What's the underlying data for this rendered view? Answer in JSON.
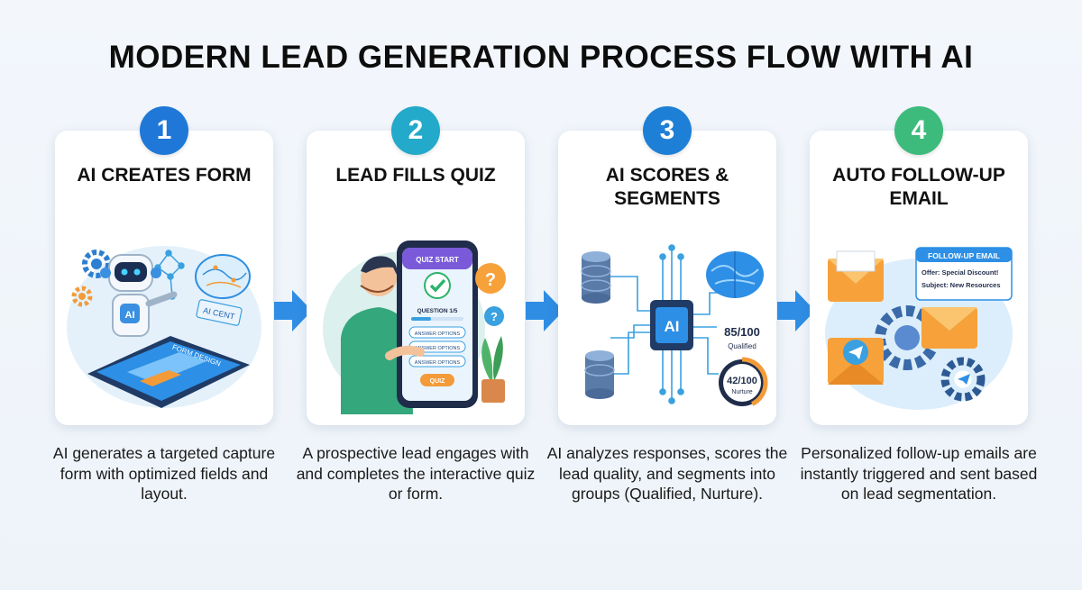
{
  "title": "MODERN LEAD GENERATION PROCESS FLOW WITH AI",
  "colors": {
    "step1": "#1f78d8",
    "step2": "#23a9c9",
    "step3": "#1e7fd6",
    "step4": "#3dbb7c",
    "arrow": "#2f8de4"
  },
  "steps": [
    {
      "number": "1",
      "title": "AI CREATES FORM",
      "description": "AI generates a targeted capture form with optimized fields and layout.",
      "illustration": {
        "ai_label": "AI",
        "tag_text": "AI CENT",
        "tablet_text": "FORM DESIGN"
      }
    },
    {
      "number": "2",
      "title": "LEAD FILLS QUIZ",
      "description": "A prospective lead engages with and completes the interactive quiz or form.",
      "illustration": {
        "quiz_header": "QUIZ START",
        "question": "QUESTION 1/5",
        "options": [
          "ANSWER OPTIONS",
          "ANSWER OPTIONS",
          "ANSWER OPTIONS"
        ],
        "button": "QUIZ",
        "bubble": "?"
      }
    },
    {
      "number": "3",
      "title": "AI SCORES & SEGMENTS",
      "description": "AI analyzes responses, scores the lead quality, and segments into groups (Qualified, Nurture).",
      "illustration": {
        "chip_label": "AI",
        "score_high": "85/100",
        "score_high_label": "Qualified",
        "score_low": "42/100",
        "score_low_label": "Nurture"
      }
    },
    {
      "number": "4",
      "title": "AUTO FOLLOW-UP EMAIL",
      "description": "Personalized follow-up emails are instantly triggered and sent based on lead segmentation.",
      "illustration": {
        "email_title": "FOLLOW-UP EMAIL",
        "email_line1": "Offer: Special Discount!",
        "email_line2": "Subject: New Resources"
      }
    }
  ]
}
